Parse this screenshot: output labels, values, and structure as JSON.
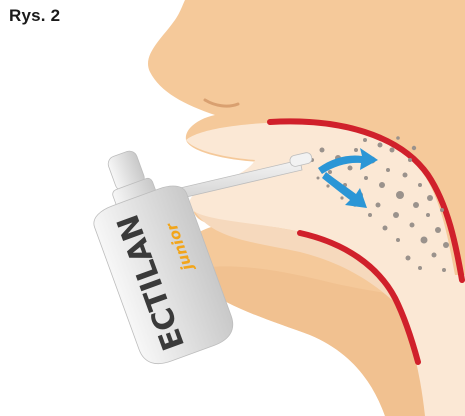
{
  "figure": {
    "label": "Rys. 2"
  },
  "product": {
    "brand": "ECTILAN",
    "sub_brand": "junior"
  },
  "colors": {
    "skin": "#f5c99a",
    "skin_shadow": "#e8b07c",
    "mouth_cavity": "#fbe8d5",
    "throat_wall": "#d0202b",
    "arrow": "#2b96d6",
    "spray_particles": "#9a928c",
    "bottle": "#e6e6e6",
    "brand_text": "#3a3a3a",
    "sub_brand_text": "#f2a51a"
  }
}
